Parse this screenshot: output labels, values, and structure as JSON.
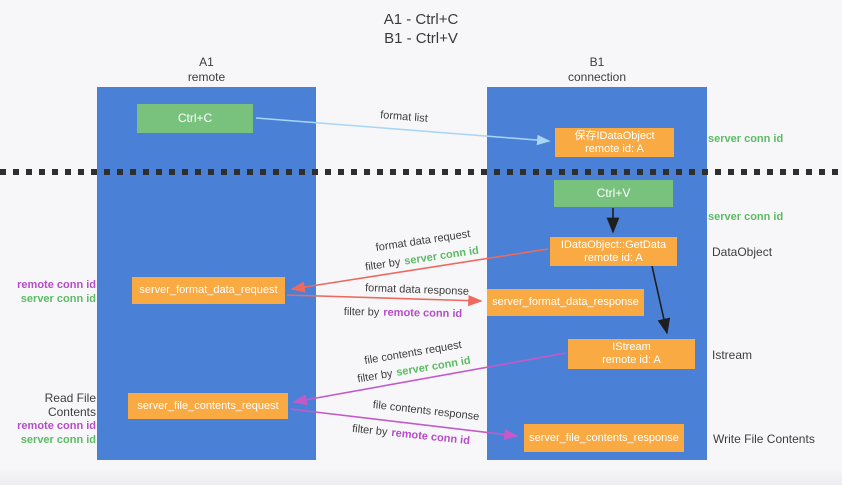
{
  "title": {
    "line1": "A1 - Ctrl+C",
    "line2": "B1 - Ctrl+V"
  },
  "lanes": [
    {
      "name": "A1",
      "subtitle": "remote"
    },
    {
      "name": "B1",
      "subtitle": "connection"
    }
  ],
  "nodes": {
    "ctrl_c": "Ctrl+C",
    "save_idataobject": {
      "line1": "保存IDataObject",
      "line2": "remote id: A"
    },
    "ctrl_v": "Ctrl+V",
    "getdata": {
      "line1": "IDataObject::GetData",
      "line2": "remote id: A"
    },
    "server_format_data_request": "server_format_data_request",
    "server_format_data_response": "server_format_data_response",
    "istream": {
      "line1": "IStream",
      "line2": "remote id: A"
    },
    "server_file_contents_request": "server_file_contents_request",
    "server_file_contents_response": "server_file_contents_response"
  },
  "edge_labels": {
    "format_list": "format list",
    "format_data_request": "format data request",
    "format_data_response": "format data response",
    "file_contents_request": "file contents request",
    "file_contents_response": "file contents response",
    "filter_by": "filter by",
    "server_conn_id": "server conn id",
    "remote_conn_id": "remote conn id"
  },
  "side_labels": {
    "server_conn_id_top": "server conn id",
    "server_conn_id_mid": "server conn id",
    "dataobject": "DataObject",
    "istream": "Istream",
    "write_file_contents": "Write File Contents",
    "read_file_contents": "Read File Contents",
    "remote_conn_id": "remote conn id",
    "server_conn_id": "server conn id"
  },
  "colors": {
    "lane_blue": "#4a81d6",
    "node_green": "#79c27d",
    "node_orange": "#f9aa42",
    "arrow_blue": "#a9d6f5",
    "arrow_red": "#ed6a5f",
    "arrow_magenta": "#c45ac8",
    "arrow_black": "#1e1e1e",
    "text_green": "#5cbb64",
    "text_purple": "#b44ec6"
  }
}
